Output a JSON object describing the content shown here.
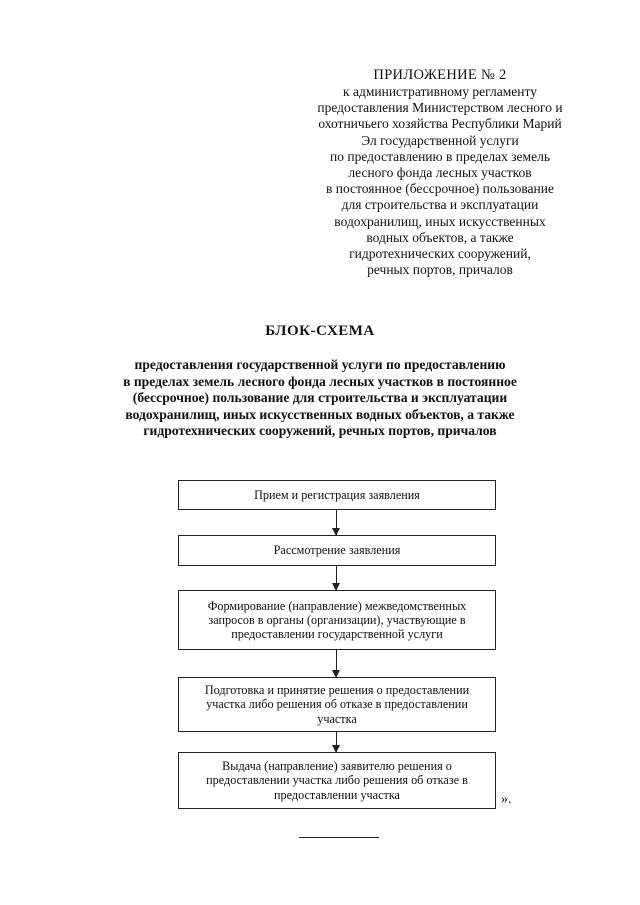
{
  "appendix": {
    "heading": "ПРИЛОЖЕНИЕ № 2",
    "lines": [
      "к административному регламенту",
      "предоставления Министерством лесного и",
      "охотничьего хозяйства Республики Марий",
      "Эл государственной услуги",
      "по предоставлению в пределах земель",
      "лесного фонда лесных участков",
      "в постоянное (бессрочное) пользование",
      "для строительства и эксплуатации",
      "водохранилищ, иных искусственных",
      "водных объектов, а также",
      "гидротехнических сооружений,",
      "речных портов, причалов"
    ]
  },
  "title": "БЛОК-СХЕМА",
  "subtitle_lines": [
    "предоставления государственной услуги по предоставлению",
    "в пределах земель лесного фонда лесных участков в постоянное",
    "(бессрочное) пользование для строительства и эксплуатации",
    "водохранилищ, иных искусственных водных объектов, а также",
    "гидротехнических сооружений, речных портов, причалов"
  ],
  "flow_steps": [
    [
      "Прием и регистрация заявления"
    ],
    [
      "Рассмотрение заявления"
    ],
    [
      "Формирование (направление) межведомственных",
      "запросов в органы (организации), участвующие в",
      "предоставлении государственной услуги"
    ],
    [
      "Подготовка и принятие решения о предоставлении",
      "участка либо решения об отказе в предоставлении",
      "участка"
    ],
    [
      "Выдача (направление) заявителю решения о",
      "предоставлении участка либо решения об отказе в",
      "предоставлении участка"
    ]
  ],
  "closing_mark": "»."
}
